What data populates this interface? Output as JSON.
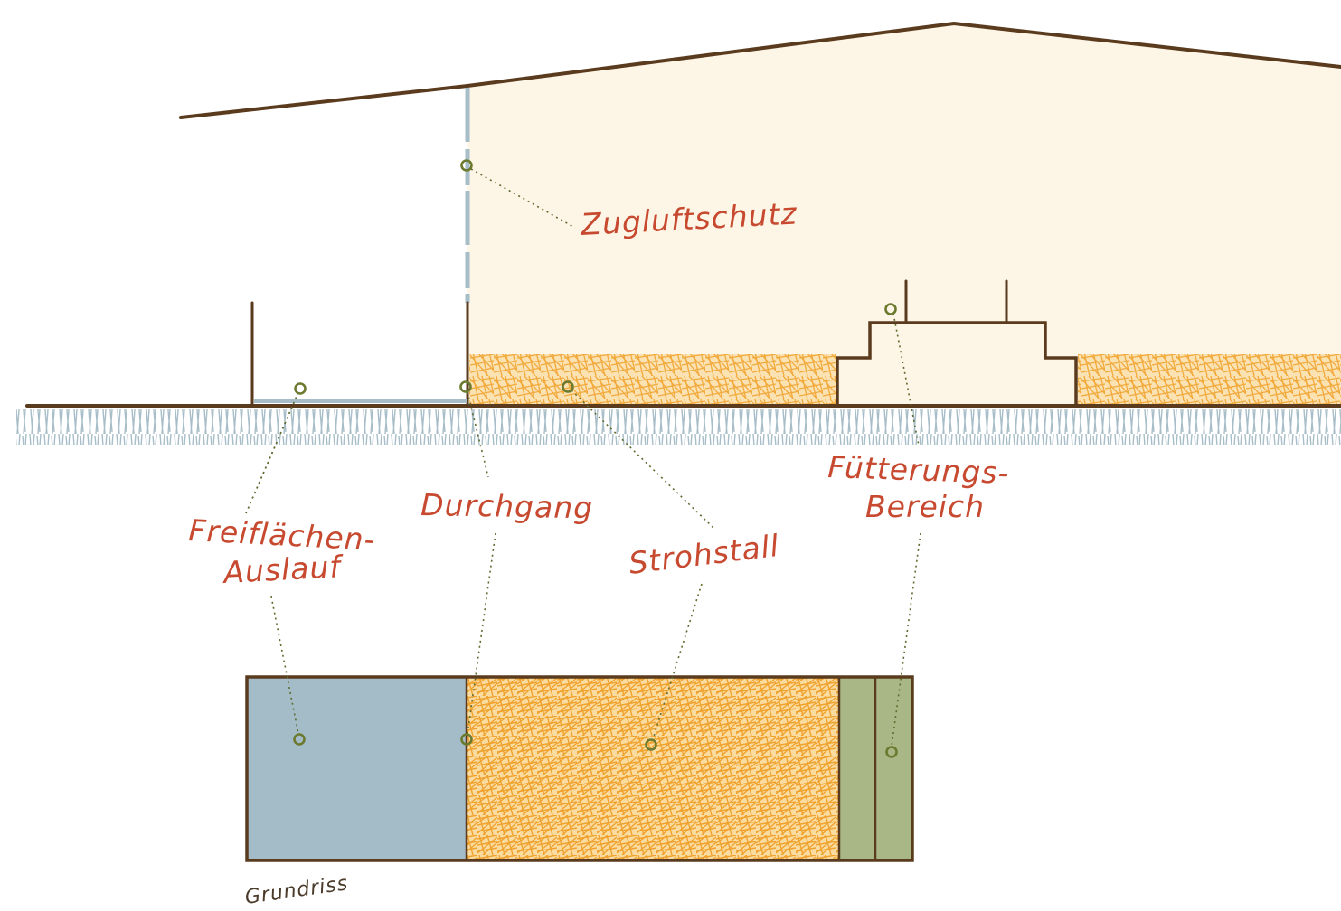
{
  "labels": {
    "zugluftschutz": "Zugluftschutz",
    "freiflaechen_line1": "Freiflächen-",
    "freiflaechen_line2": "Auslauf",
    "durchgang": "Durchgang",
    "strohstall": "Strohstall",
    "fuetterung_line1": "Fütterungs-",
    "fuetterung_line2": "Bereich",
    "grundriss": "Grundriss"
  },
  "colors": {
    "barn_interior": "#fdf5e6",
    "straw": "#f2a93b",
    "outdoor_blue": "#a4bbc8",
    "feeding_green": "#a9b786",
    "ground_hatch": "#a7bdc7",
    "outline_brown": "#5a3b1e",
    "label_red": "#c7492f",
    "marker_olive": "#6b7a2e"
  }
}
